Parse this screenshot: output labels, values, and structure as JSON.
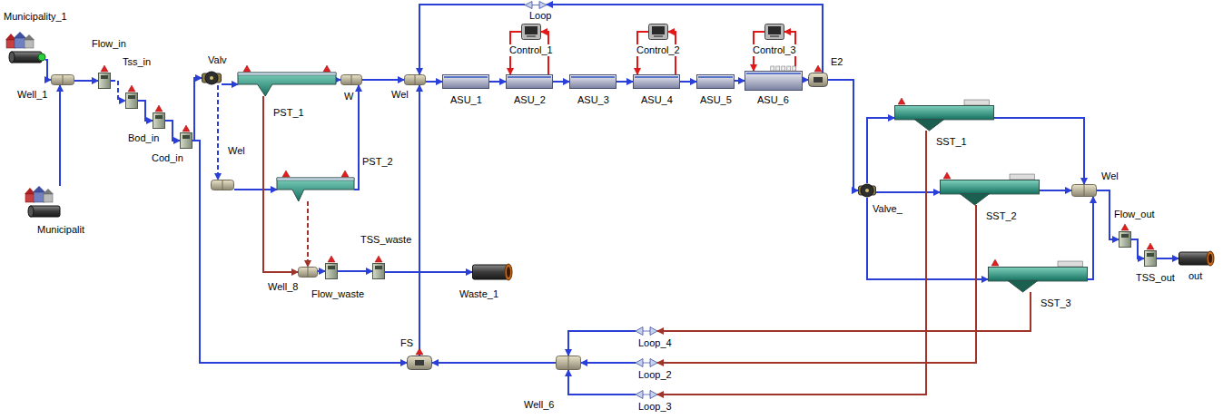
{
  "diagram": {
    "nodes": [
      {
        "text": [
          "Municipality_1"
        ]
      },
      {
        "text": [
          "Municipalit"
        ]
      },
      {
        "text": [
          "Well_1"
        ]
      },
      {
        "text": [
          "Flow_in"
        ]
      },
      {
        "text": [
          "Tss_in"
        ]
      },
      {
        "text": [
          "Bod_in"
        ]
      },
      {
        "text": [
          "Cod_in"
        ]
      },
      {
        "text": [
          "Valv"
        ]
      },
      {
        "text": [
          "PST_1"
        ]
      },
      {
        "text": [
          "Wel"
        ]
      },
      {
        "text": [
          "PST_2"
        ]
      },
      {
        "text": [
          "W"
        ]
      },
      {
        "text": [
          "Wel"
        ]
      },
      {
        "text": [
          "ASU_1"
        ]
      },
      {
        "text": [
          "ASU_2"
        ]
      },
      {
        "text": [
          "ASU_3"
        ]
      },
      {
        "text": [
          "ASU_4"
        ]
      },
      {
        "text": [
          "ASU_5"
        ]
      },
      {
        "text": [
          "ASU_6"
        ]
      },
      {
        "text": [
          "Control_1"
        ]
      },
      {
        "text": [
          "Control_2"
        ]
      },
      {
        "text": [
          "Control_3"
        ]
      },
      {
        "text": [
          "Loop"
        ]
      },
      {
        "text": [
          "E2"
        ]
      },
      {
        "text": [
          "Valve_"
        ]
      },
      {
        "text": [
          "SST_1"
        ]
      },
      {
        "text": [
          "SST_2"
        ]
      },
      {
        "text": [
          "SST_3"
        ]
      },
      {
        "text": [
          "Wel"
        ]
      },
      {
        "text": [
          "Flow_out"
        ]
      },
      {
        "text": [
          "TSS_out"
        ]
      },
      {
        "text": [
          "out"
        ]
      },
      {
        "text": [
          "Well_8"
        ]
      },
      {
        "text": [
          "Flow_waste"
        ]
      },
      {
        "text": [
          "TSS_waste"
        ]
      },
      {
        "text": [
          "Waste_1"
        ]
      },
      {
        "text": [
          "FS"
        ]
      },
      {
        "text": [
          "Well_6"
        ]
      },
      {
        "text": [
          "Loop_4"
        ]
      },
      {
        "text": [
          "Loop_2"
        ]
      },
      {
        "text": [
          "Loop_3"
        ]
      }
    ],
    "edges": [
      {
        "from": 0,
        "to": 2,
        "arrow": "to"
      },
      {
        "from": 1,
        "to": 2,
        "arrow": "to"
      },
      {
        "from": 2,
        "to": 3,
        "arrow": "to"
      },
      {
        "from": 3,
        "to": 4,
        "arrow": "to"
      },
      {
        "from": 4,
        "to": 5,
        "arrow": "to"
      },
      {
        "from": 5,
        "to": 6,
        "arrow": "to"
      },
      {
        "from": 6,
        "to": 7,
        "arrow": "to"
      },
      {
        "from": 6,
        "to": 36,
        "arrow": "to"
      },
      {
        "from": 7,
        "to": 8,
        "arrow": "to"
      },
      {
        "from": 7,
        "to": 9,
        "arrow": "to"
      },
      {
        "from": 9,
        "to": 10,
        "arrow": "to"
      },
      {
        "from": 8,
        "to": 11,
        "arrow": "to"
      },
      {
        "from": 10,
        "to": 11,
        "arrow": "to"
      },
      {
        "from": 11,
        "to": 12,
        "arrow": "to"
      },
      {
        "from": 36,
        "to": 12,
        "arrow": "to"
      },
      {
        "from": 22,
        "to": 12,
        "arrow": "to"
      },
      {
        "from": 12,
        "to": 13,
        "arrow": "to"
      },
      {
        "from": 13,
        "to": 14,
        "arrow": "to"
      },
      {
        "from": 14,
        "to": 15,
        "arrow": "to"
      },
      {
        "from": 15,
        "to": 16,
        "arrow": "to"
      },
      {
        "from": 16,
        "to": 17,
        "arrow": "to"
      },
      {
        "from": 17,
        "to": 18,
        "arrow": "to"
      },
      {
        "from": 19,
        "to": 14,
        "arrow": "to"
      },
      {
        "from": 14,
        "to": 19,
        "arrow": "to"
      },
      {
        "from": 20,
        "to": 16,
        "arrow": "to"
      },
      {
        "from": 16,
        "to": 20,
        "arrow": "to"
      },
      {
        "from": 21,
        "to": 18,
        "arrow": "to"
      },
      {
        "from": 18,
        "to": 21,
        "arrow": "to"
      },
      {
        "from": 18,
        "to": 23,
        "arrow": "to"
      },
      {
        "from": 23,
        "to": 22,
        "arrow": "to"
      },
      {
        "from": 23,
        "to": 24,
        "arrow": "to"
      },
      {
        "from": 24,
        "to": 25,
        "arrow": "to"
      },
      {
        "from": 24,
        "to": 26,
        "arrow": "to"
      },
      {
        "from": 24,
        "to": 27,
        "arrow": "to"
      },
      {
        "from": 25,
        "to": 28,
        "arrow": "to"
      },
      {
        "from": 26,
        "to": 28,
        "arrow": "to"
      },
      {
        "from": 27,
        "to": 28,
        "arrow": "to"
      },
      {
        "from": 28,
        "to": 29,
        "arrow": "to"
      },
      {
        "from": 29,
        "to": 30,
        "arrow": "to"
      },
      {
        "from": 30,
        "to": 31,
        "arrow": "to"
      },
      {
        "from": 8,
        "to": 32,
        "arrow": "to"
      },
      {
        "from": 10,
        "to": 32,
        "arrow": "to"
      },
      {
        "from": 32,
        "to": 33,
        "arrow": "to"
      },
      {
        "from": 33,
        "to": 34,
        "arrow": "to"
      },
      {
        "from": 34,
        "to": 35,
        "arrow": "to"
      },
      {
        "from": 25,
        "to": 40,
        "arrow": "to"
      },
      {
        "from": 26,
        "to": 39,
        "arrow": "to"
      },
      {
        "from": 27,
        "to": 38,
        "arrow": "to"
      },
      {
        "from": 38,
        "to": 37,
        "arrow": "to"
      },
      {
        "from": 39,
        "to": 37,
        "arrow": "to"
      },
      {
        "from": 40,
        "to": 37,
        "arrow": "to"
      },
      {
        "from": 37,
        "to": 36,
        "arrow": "to"
      }
    ]
  }
}
